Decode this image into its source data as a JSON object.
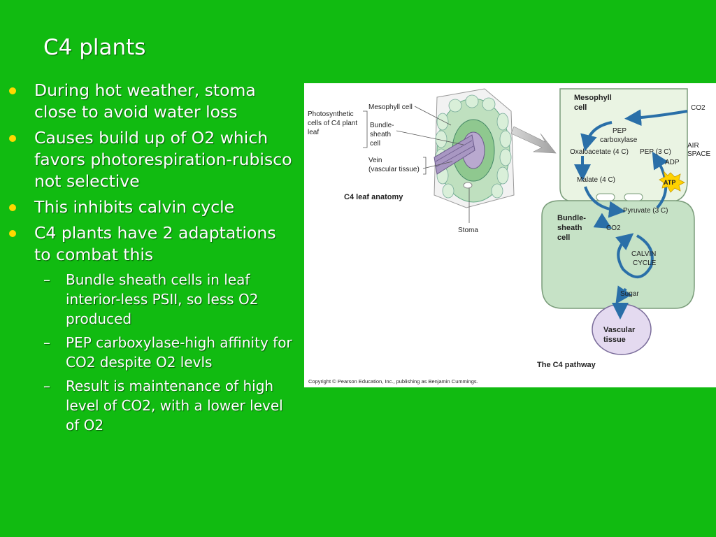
{
  "slide": {
    "title": "C4 plants",
    "bullets": [
      {
        "level": 1,
        "text": "During hot weather, stoma close to avoid water loss"
      },
      {
        "level": 1,
        "text": "Causes build up of O2 which favors photorespiration-rubisco not selective"
      },
      {
        "level": 1,
        "text": "This inhibits calvin cycle"
      },
      {
        "level": 1,
        "text": "C4 plants have 2 adaptations to combat this"
      },
      {
        "level": 2,
        "text": "Bundle sheath cells in leaf interior-less PSII, so less O2 produced"
      },
      {
        "level": 2,
        "text": "PEP carboxylase-high affinity for CO2 despite O2 levls"
      },
      {
        "level": 2,
        "text": "Result is maintenance of high level of CO2, with a lower level of O2"
      }
    ],
    "dash_symbol": "–"
  },
  "figure": {
    "anatomy": {
      "label_photosynthetic": [
        "Photosynthetic",
        "cells of C4 plant",
        "leaf"
      ],
      "label_mesophyll": "Mesophyll cell",
      "label_bundle": [
        "Bundle-",
        "sheath",
        "cell"
      ],
      "label_vein": [
        "Vein",
        "(vascular tissue)"
      ],
      "caption": "C4 leaf anatomy",
      "label_stoma": "Stoma"
    },
    "pathway": {
      "mesophyll": [
        "Mesophyll",
        "cell"
      ],
      "co2_top": "CO2",
      "air_space": [
        "AIR",
        "SPACE"
      ],
      "pep_carboxylase": [
        "PEP",
        "carboxylase"
      ],
      "oxaloacetate": "Oxaloacetate (4 C)",
      "pep": "PEP (3 C)",
      "adp": "ADP",
      "atp": "ATP",
      "malate": "Malate (4 C)",
      "pyruvate": "Pyruvate (3 C)",
      "bundle": [
        "Bundle-",
        "sheath",
        "cell"
      ],
      "co2_inner": "CO2",
      "calvin": [
        "CALVIN",
        "CYCLE"
      ],
      "sugar": "Sugar",
      "vascular": [
        "Vascular",
        "tissue"
      ],
      "caption": "The C4 pathway"
    },
    "copyright": "Copyright © Pearson Education, Inc., publishing as Benjamin Cummings."
  },
  "colors": {
    "background": "#11bb11",
    "bullet": "#ffd800",
    "text": "#ffffff",
    "cell_green": "#cfe9cf",
    "arrow_blue": "#2a6fa8",
    "vascular_purple": "#e4daf0"
  }
}
